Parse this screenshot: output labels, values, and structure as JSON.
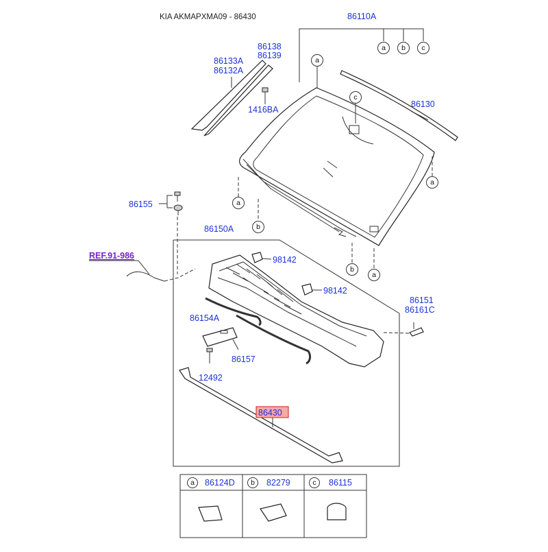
{
  "header": {
    "title": "KIA AKMAPXMA09 - 86430"
  },
  "labels": {
    "windshield_assy": "86110A",
    "molding_side_1": "86133A",
    "molding_side_2": "86132A",
    "clip_1": "86138",
    "clip_2": "86139",
    "screw": "1416BA",
    "molding_top": "86130",
    "bolt_nut": "86155",
    "cowl_panel": "86150A",
    "ref_link": "REF.91-986",
    "nozzle_1": "98142",
    "nozzle_2": "98142",
    "seal_1": "86151",
    "seal_2": "86161C",
    "hose": "86154A",
    "cover": "86157",
    "bolt": "12492",
    "weatherstrip": "86430"
  },
  "callouts": {
    "a": "a",
    "b": "b",
    "c": "c"
  },
  "legend": {
    "items": [
      {
        "letter": "a",
        "part": "86124D"
      },
      {
        "letter": "b",
        "part": "82279"
      },
      {
        "letter": "c",
        "part": "86115"
      }
    ]
  },
  "colors": {
    "label": "#1a33d6",
    "ref": "#7a1fd1",
    "highlight_fill": "#f7a8a8",
    "highlight_border": "#d11f1f"
  }
}
